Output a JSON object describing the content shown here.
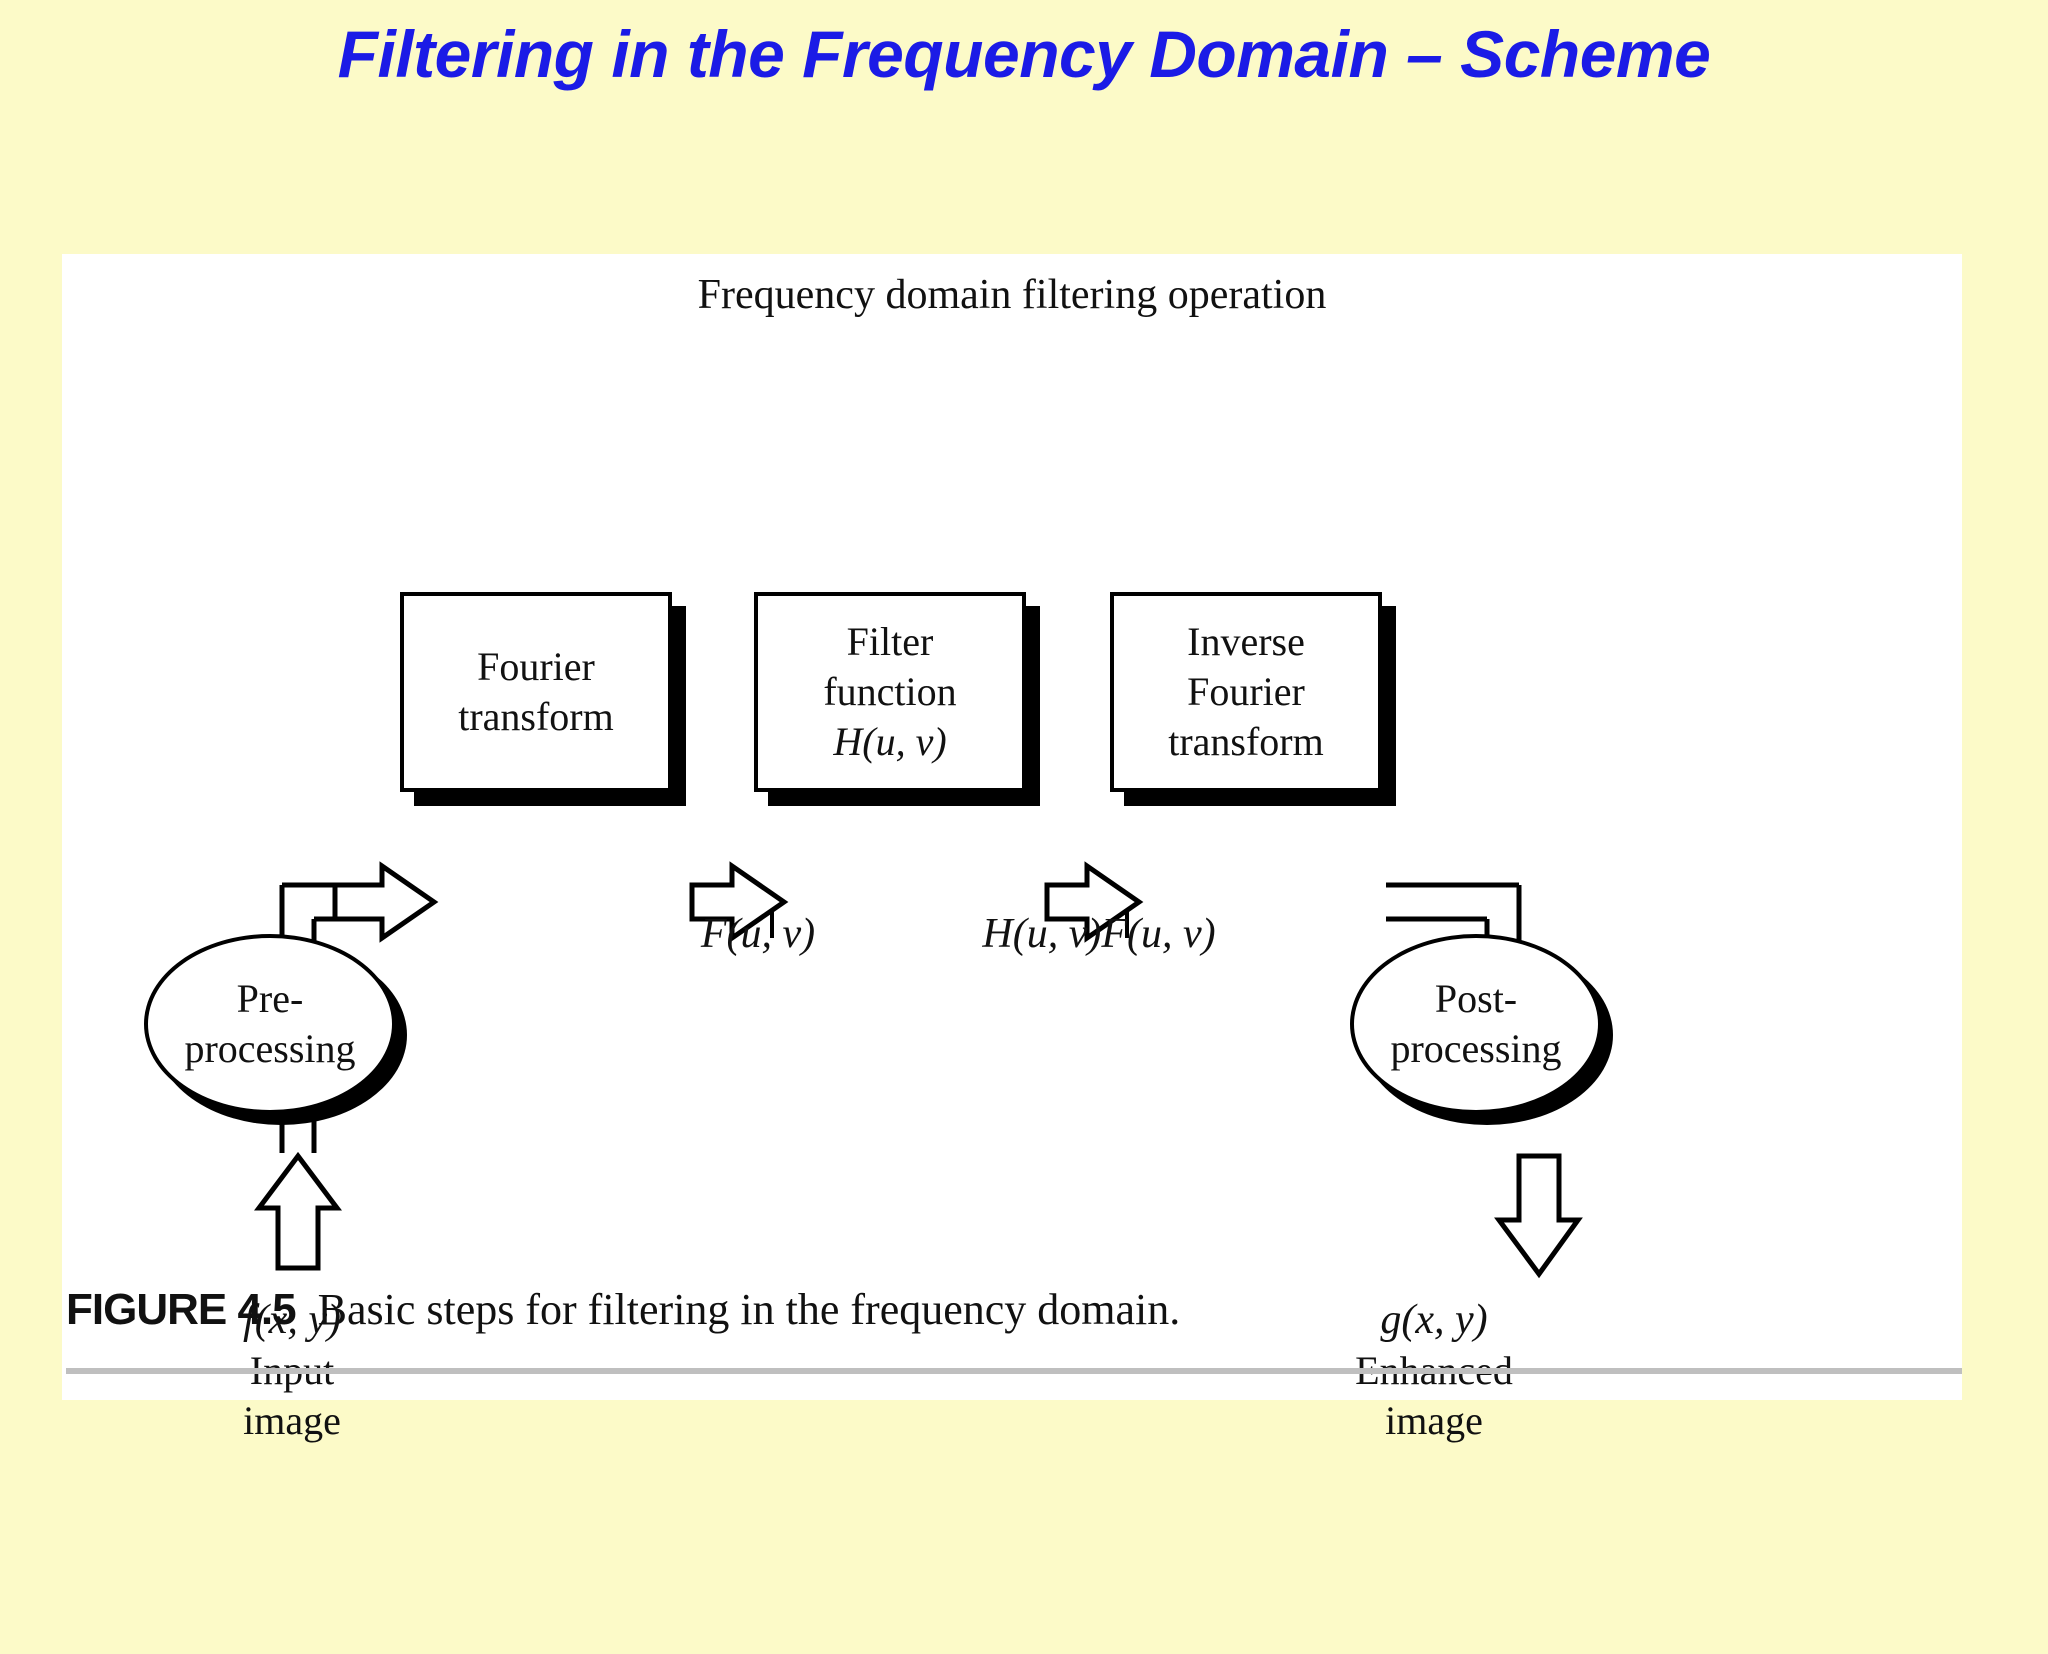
{
  "slide": {
    "title": "Filtering in the Frequency Domain – Scheme",
    "title_color": "#1B1BE6",
    "background_color": "#FCFAC8"
  },
  "figure": {
    "header": "Frequency domain filtering operation",
    "panel_color": "#FFFFFF",
    "caption_number": "FIGURE 4.5",
    "caption_text": "Basic steps for filtering in the frequency domain.",
    "boxes": [
      {
        "id": "fourier-transform",
        "line1": "Fourier",
        "line2": "transform",
        "line3": ""
      },
      {
        "id": "filter-function",
        "line1": "Filter",
        "line2": "function",
        "line3": "H(u, v)"
      },
      {
        "id": "inverse-fourier-transform",
        "line1": "Inverse",
        "line2": "Fourier",
        "line3": "transform"
      }
    ],
    "ellipses": [
      {
        "id": "pre-processing",
        "line1": "Pre-",
        "line2": "processing"
      },
      {
        "id": "post-processing",
        "line1": "Post-",
        "line2": "processing"
      }
    ],
    "signal_labels": [
      {
        "id": "f-u-v",
        "text": "F(u, v)"
      },
      {
        "id": "h-u-v-f-u-v",
        "text": "H(u, v)F(u, v)"
      }
    ],
    "input": {
      "formula": "f(x, y)",
      "caption_line1": "Input",
      "caption_line2": "image"
    },
    "output": {
      "formula": "g(x, y)",
      "caption_line1": "Enhanced",
      "caption_line2": "image"
    }
  }
}
